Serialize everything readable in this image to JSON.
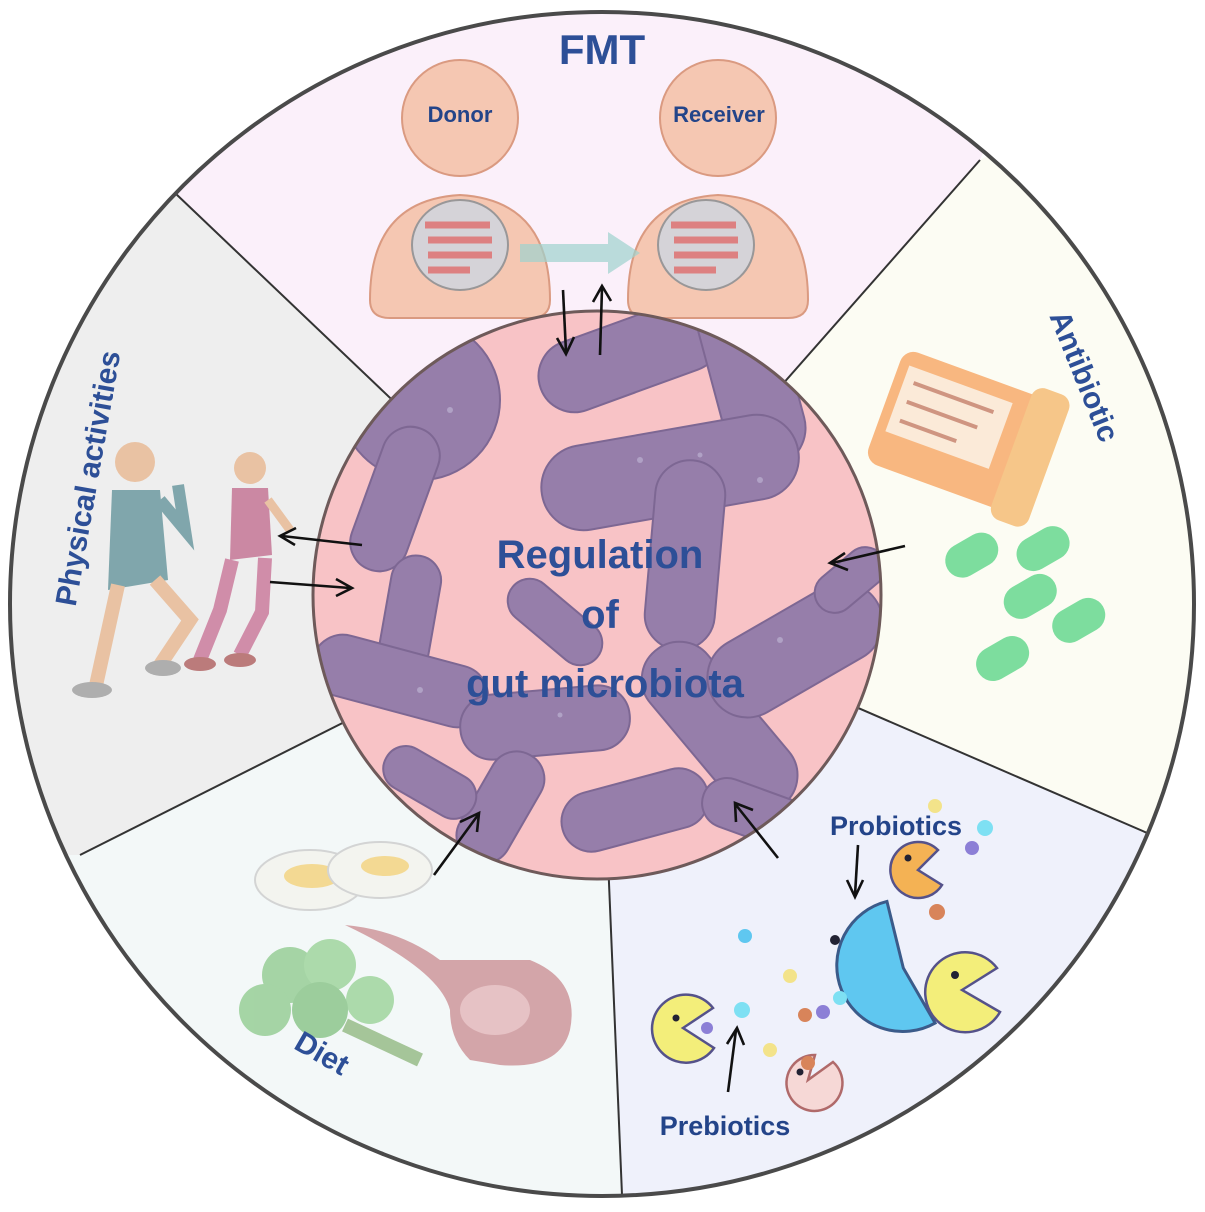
{
  "center": {
    "line1": "Regulation",
    "line2": "of",
    "line3": "gut microbiota"
  },
  "segments": {
    "fmt": {
      "title": "FMT",
      "donor": "Donor",
      "receiver": "Receiver"
    },
    "antibiotic": {
      "title": "Antibiotic"
    },
    "probiotics": {
      "probiotics": "Probiotics",
      "prebiotics": "Prebiotics"
    },
    "diet": {
      "title": "Diet"
    },
    "physical": {
      "title": "Physical activities"
    }
  },
  "colors": {
    "label": "#2d4f97",
    "fmt_bg": "#fbf0fa",
    "antibiotic_bg": "#fcfcf3",
    "probiotics_bg": "#eff1fb",
    "diet_bg": "#f3f8f8",
    "physical_bg": "#eeeeee",
    "center_bg": "#f8c4c6",
    "bacteria": "#7a6ba3"
  }
}
